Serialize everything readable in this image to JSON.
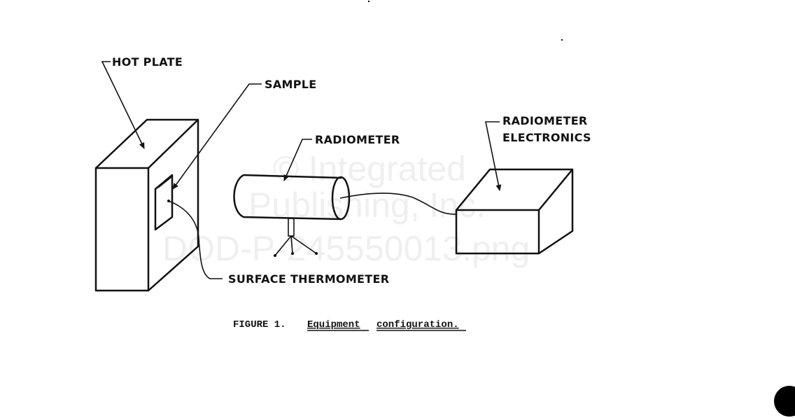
{
  "labels": {
    "hot_plate": "HOT PLATE",
    "sample": "SAMPLE",
    "radiometer": "RADIOMETER",
    "electronics_line1": "RADIOMETER",
    "electronics_line2": "ELECTRONICS",
    "surface_thermometer": "SURFACE THERMOMETER"
  },
  "caption": {
    "prefix": "FIGURE 1.",
    "word1": "Equipment",
    "word2": "configuration."
  },
  "watermark": {
    "line1": "© Integrated",
    "line2": "Publishing, Inc.",
    "line3": "DOD-P-245550013.png"
  }
}
